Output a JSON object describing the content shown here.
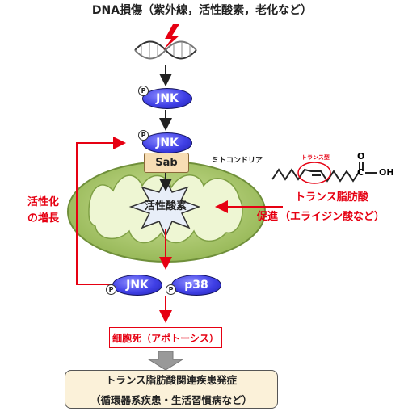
{
  "title": {
    "main": "DNA損傷",
    "sub": "（紫外線，活性酸素，老化など）"
  },
  "nodes": {
    "jnk_top": "JNK",
    "jnk_mid": "JNK",
    "sab": "Sab",
    "mitochondria": "ミトコンドリア",
    "ros": "活性酸素",
    "jnk_bottom": "JNK",
    "p38": "p38",
    "phospho": "P"
  },
  "feedback_label": [
    "活性化",
    "の増長"
  ],
  "trans_fat": {
    "trans_type": "トランス型",
    "oxygen": "O",
    "carboxyl": "C",
    "oh": "OH",
    "name": "トランス脂肪酸",
    "example": "（エライジン酸など）",
    "promote": "促進"
  },
  "apoptosis": "細胞死（アポトーシス）",
  "disease": {
    "line1": "トランス脂肪酸関連疾患発症",
    "line2": "（循環器系疾患・生活習慣病など）"
  },
  "colors": {
    "red": "#e60012",
    "mito_outer": "#a9c86b",
    "mito_inner": "#e9f3c9",
    "pill": "#3b3bdc"
  }
}
